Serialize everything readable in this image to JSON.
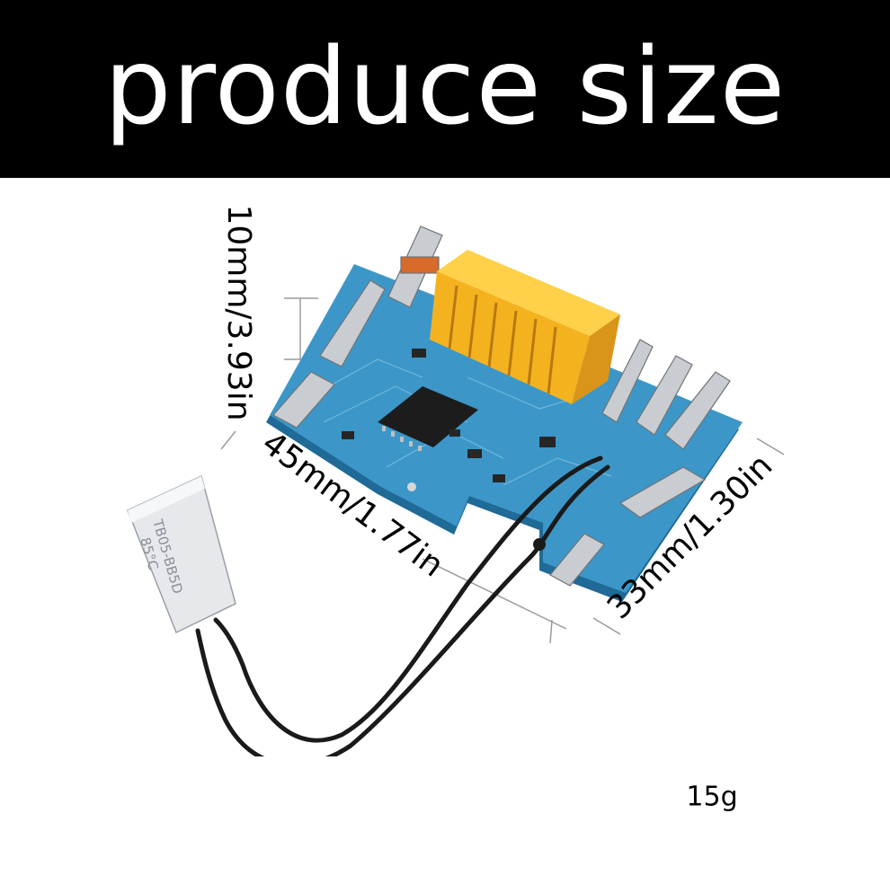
{
  "banner": {
    "title": "produce size",
    "background": "#000000",
    "text_color": "#ffffff"
  },
  "dimensions": {
    "height": "10mm/3.93in",
    "length": "45mm/1.77in",
    "width": "33mm/1.30in"
  },
  "weight": "15g",
  "thermistor": {
    "line1": "TB05-BB5D",
    "line2": "85°C"
  },
  "colors": {
    "pcb": "#2f8fc4",
    "connector": "#f4b21f",
    "metal": "#c9ccd0",
    "cable": "#1a1a1a"
  },
  "icons": [
    "pcb-board-image",
    "thermistor-sensor-image",
    "dimension-line-icon"
  ]
}
